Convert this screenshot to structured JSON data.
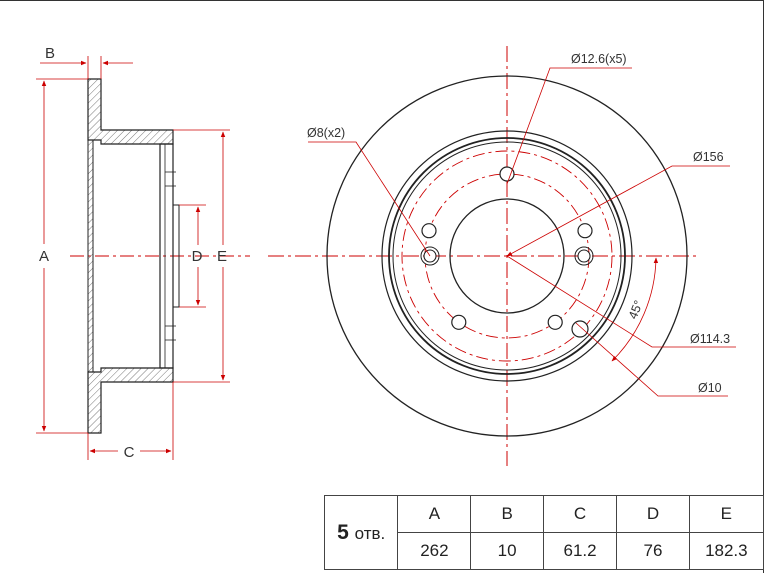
{
  "side_view": {
    "labels": {
      "a": "A",
      "b": "B",
      "c": "C",
      "d": "D",
      "e": "E"
    }
  },
  "front_view": {
    "callouts": {
      "stud_holes": "Ø12.6(x5)",
      "pin_holes": "Ø8(x2)",
      "hub_diameter": "Ø156",
      "pcd": "Ø114.3",
      "center_hole": "Ø10",
      "angle": "45°"
    },
    "stud_hole_count": 5
  },
  "spec_table": {
    "count_value": "5",
    "count_unit": "отв.",
    "headers": [
      "A",
      "B",
      "C",
      "D",
      "E"
    ],
    "values": [
      "262",
      "10",
      "61.2",
      "76",
      "182.3"
    ]
  },
  "colors": {
    "dimension": "#cc0000",
    "outline": "#222222"
  }
}
